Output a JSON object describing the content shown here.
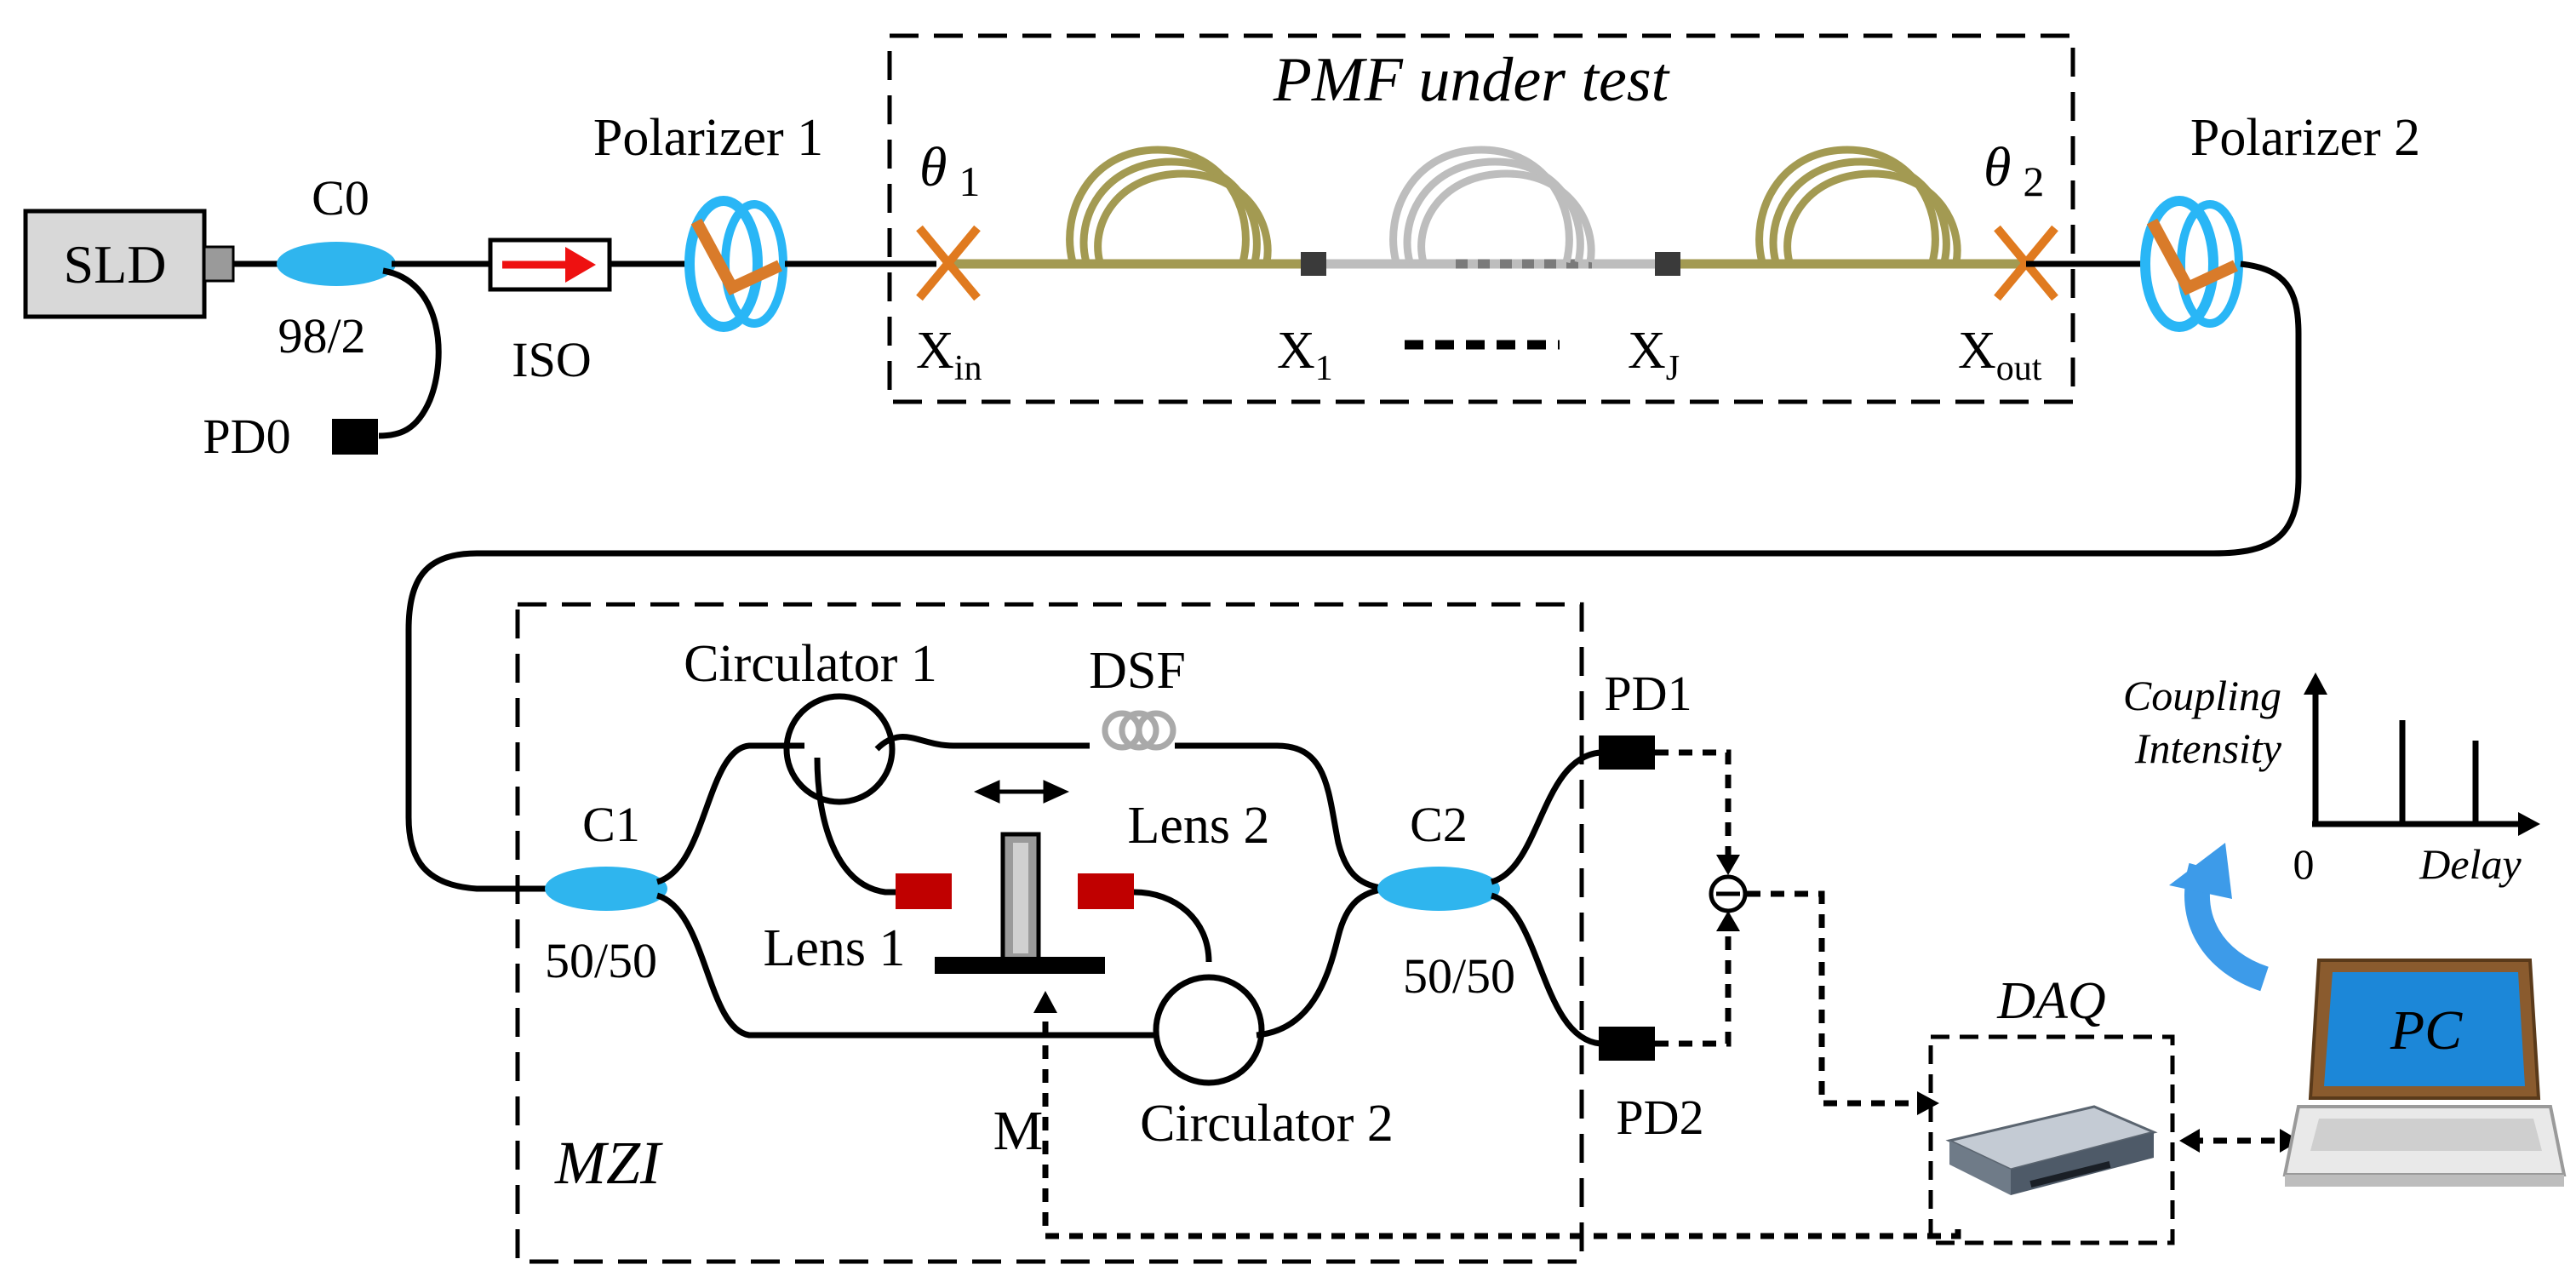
{
  "components": {
    "sld": "SLD",
    "c0": "C0",
    "c0_ratio": "98/2",
    "pd0": "PD0",
    "iso": "ISO",
    "polarizer1": "Polarizer 1",
    "polarizer2": "Polarizer 2",
    "pmf_title": "PMF under test",
    "theta1": "θ",
    "theta1_sub": "1",
    "theta2": "θ",
    "theta2_sub": "2",
    "x_in": "X",
    "x_in_sub": "in",
    "x_1": "X",
    "x_1_sub": "1",
    "x_j": "X",
    "x_j_sub": "J",
    "x_out": "X",
    "x_out_sub": "out",
    "circulator1": "Circulator 1",
    "circulator2": "Circulator 2",
    "dsf": "DSF",
    "c1": "C1",
    "c1_ratio": "50/50",
    "c2": "C2",
    "c2_ratio": "50/50",
    "lens1": "Lens 1",
    "lens2": "Lens 2",
    "mirror": "M",
    "mzi": "MZI",
    "pd1": "PD1",
    "pd2": "PD2",
    "daq": "DAQ",
    "pc": "PC"
  },
  "inset_plot": {
    "ylabel_line1": "Coupling",
    "ylabel_line2": "Intensity",
    "origin": "0",
    "xlabel": "Delay"
  },
  "colors": {
    "coupler": "#2fb5ee",
    "pmf_fiber": "#a39a52",
    "pmf_fiber_gray": "#bdbdbd",
    "cross_mark": "#e07a1f",
    "polarizer_rim": "#29b6f6",
    "polarizer_blade": "#d97b2a",
    "lens": "#c00000",
    "iso_arrow": "#ee1111",
    "refresh_arrow": "#3d9be9",
    "pc_screen": "#1c87d8"
  }
}
